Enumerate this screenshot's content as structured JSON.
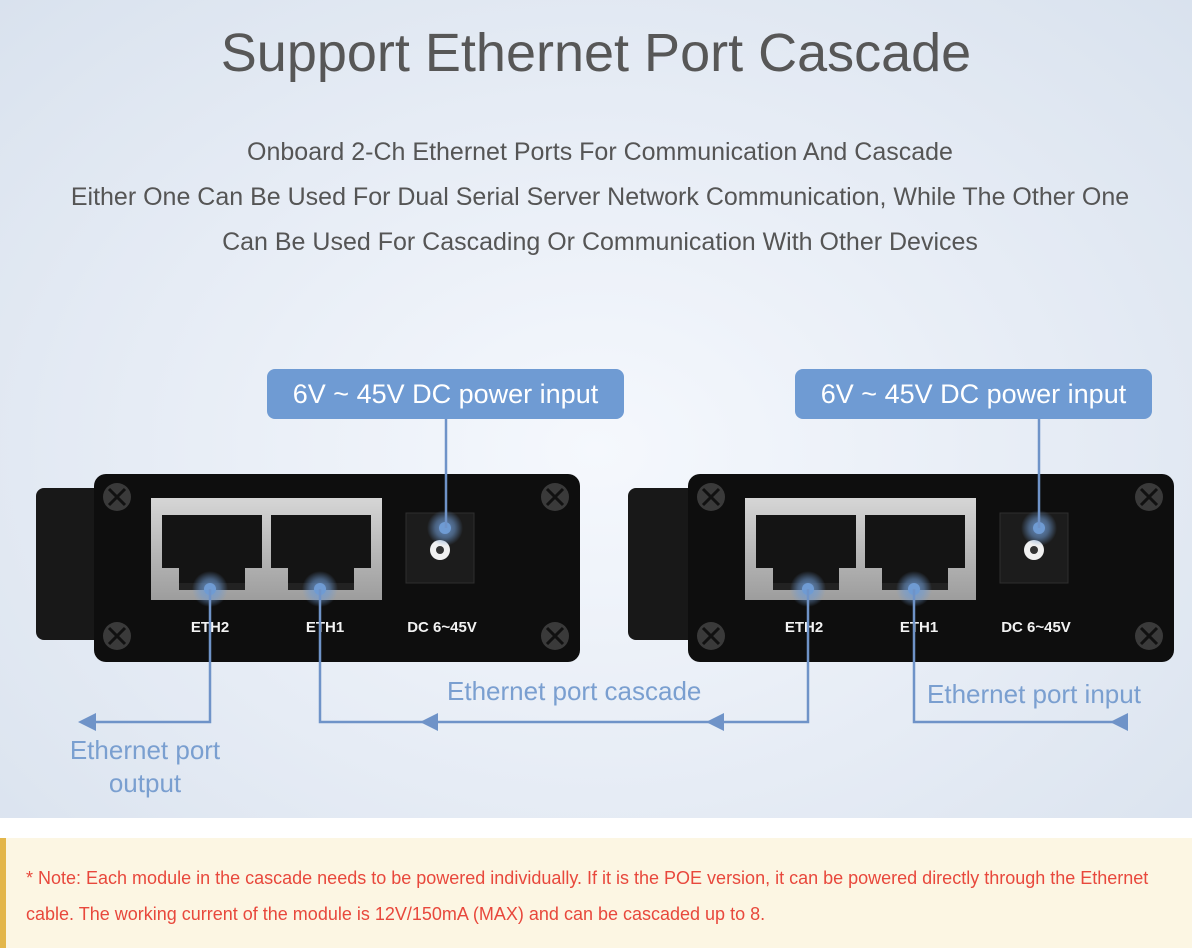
{
  "title": "Support Ethernet Port Cascade",
  "subtitle_lines": [
    "Onboard 2-Ch Ethernet Ports For Communication And Cascade",
    "Either One Can Be Used For Dual Serial Server Network Communication, While The Other One",
    "Can Be Used For Cascading Or Communication With Other Devices"
  ],
  "devices": [
    {
      "port_a": "ETH2",
      "port_b": "ETH1",
      "power_port": "DC 6~45V",
      "power_callout": "6V ~ 45V DC power input"
    },
    {
      "port_a": "ETH2",
      "port_b": "ETH1",
      "power_port": "DC 6~45V",
      "power_callout": "6V ~ 45V DC power input"
    }
  ],
  "labels": {
    "output": "Ethernet port output",
    "cascade": "Ethernet port cascade",
    "input": "Ethernet port input"
  },
  "note": "* Note: Each module in the cascade needs to be powered individually. If it is the POE version, it can be powered directly through the Ethernet cable. The working current of the module is 12V/150mA (MAX) and can be cascaded up to 8.",
  "colors": {
    "accent": "#6f9bd3",
    "line": "#6f93c8",
    "note_text": "#e8483c",
    "note_bg": "#fcf6e3"
  }
}
